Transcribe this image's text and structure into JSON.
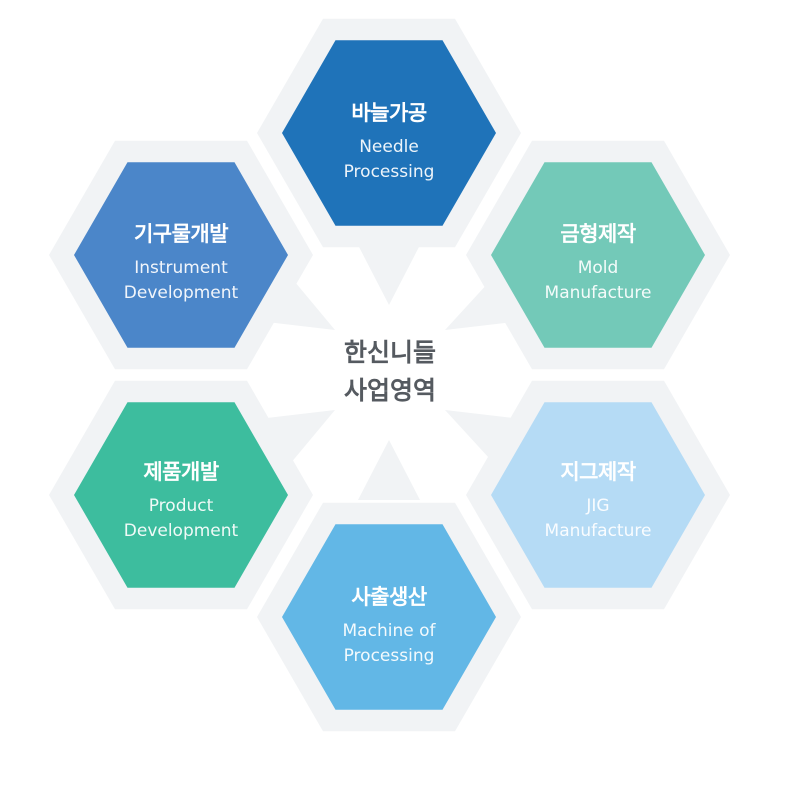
{
  "center": {
    "line1": "한신니들",
    "line2": "사업영역"
  },
  "colors": {
    "frame": "#f1f3f5",
    "needle": "#1f73b9",
    "mold": "#73c9b8",
    "jig": "#b5dbf5",
    "machine": "#62b7e6",
    "product": "#3dbd9e",
    "instrument": "#4b86c9"
  },
  "nodes": [
    {
      "id": "needle",
      "ko": "바늘가공",
      "en1": "Needle",
      "en2": "Processing"
    },
    {
      "id": "mold",
      "ko": "금형제작",
      "en1": "Mold",
      "en2": "Manufacture"
    },
    {
      "id": "jig",
      "ko": "지그제작",
      "en1": "JIG",
      "en2": "Manufacture"
    },
    {
      "id": "machine",
      "ko": "사출생산",
      "en1": "Machine of",
      "en2": "Processing"
    },
    {
      "id": "product",
      "ko": "제품개발",
      "en1": "Product",
      "en2": "Development"
    },
    {
      "id": "instrument",
      "ko": "기구물개발",
      "en1": "Instrument",
      "en2": "Development"
    }
  ]
}
